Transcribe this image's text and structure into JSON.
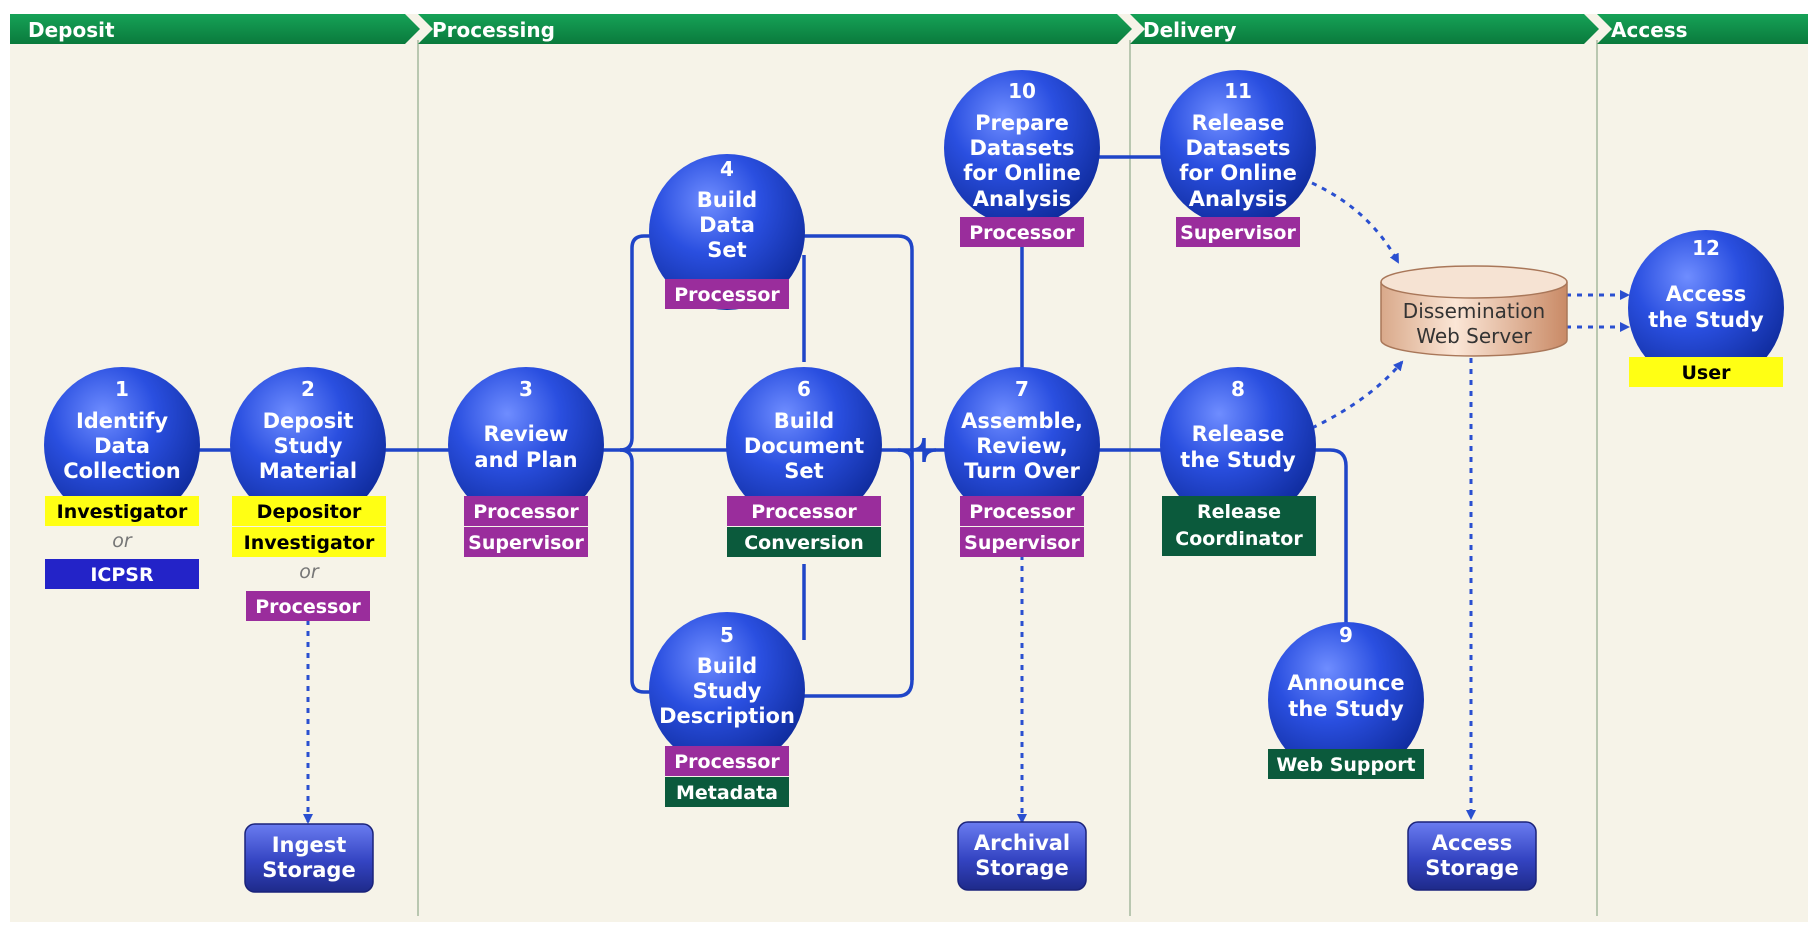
{
  "phases": [
    "Deposit",
    "Processing",
    "Delivery",
    "Access"
  ],
  "steps": {
    "s1": {
      "num": "1",
      "lines": [
        "Identify",
        "Data",
        "Collection"
      ]
    },
    "s2": {
      "num": "2",
      "lines": [
        "Deposit",
        "Study",
        "Material"
      ]
    },
    "s3": {
      "num": "3",
      "lines": [
        "Review",
        "and Plan"
      ]
    },
    "s4": {
      "num": "4",
      "lines": [
        "Build",
        "Data",
        "Set"
      ]
    },
    "s5": {
      "num": "5",
      "lines": [
        "Build",
        "Study",
        "Description"
      ]
    },
    "s6": {
      "num": "6",
      "lines": [
        "Build",
        "Document",
        "Set"
      ]
    },
    "s7": {
      "num": "7",
      "lines": [
        "Assemble,",
        "Review,",
        "Turn Over"
      ]
    },
    "s8": {
      "num": "8",
      "lines": [
        "Release",
        "the Study"
      ]
    },
    "s9": {
      "num": "9",
      "lines": [
        "Announce",
        "the Study"
      ]
    },
    "s10": {
      "num": "10",
      "lines": [
        "Prepare",
        "Datasets",
        "for Online",
        "Analysis"
      ]
    },
    "s11": {
      "num": "11",
      "lines": [
        "Release",
        "Datasets",
        "for Online",
        "Analysis"
      ]
    },
    "s12": {
      "num": "12",
      "lines": [
        "Access",
        "the Study"
      ]
    }
  },
  "roles": {
    "s1": [
      "Investigator",
      "ICPSR"
    ],
    "s2": [
      "Depositor",
      "Investigator",
      "Processor"
    ],
    "s3": [
      "Processor",
      "Supervisor"
    ],
    "s4": [
      "Processor"
    ],
    "s5": [
      "Processor",
      "Metadata"
    ],
    "s6": [
      "Processor",
      "Conversion"
    ],
    "s7": [
      "Processor",
      "Supervisor"
    ],
    "s8": [
      "Release",
      "Coordinator"
    ],
    "s9": [
      "Web Support"
    ],
    "s10": [
      "Processor"
    ],
    "s11": [
      "Supervisor"
    ],
    "s12": [
      "User"
    ]
  },
  "or_label": "or",
  "storage": {
    "ingest": [
      "Ingest",
      "Storage"
    ],
    "archival": [
      "Archival",
      "Storage"
    ],
    "access": [
      "Access",
      "Storage"
    ]
  },
  "server": [
    "Dissemination",
    "Web Server"
  ],
  "colors": {
    "header": "#0a8a45",
    "background": "#f6f3e8",
    "node": "#1a3fd6",
    "line": "#1f45c8",
    "role_yellow": "#ffff14",
    "role_purple": "#9a2d9c",
    "role_green": "#0b5a3c",
    "role_blue": "#2323c8",
    "storage": "#3b4bc8"
  }
}
